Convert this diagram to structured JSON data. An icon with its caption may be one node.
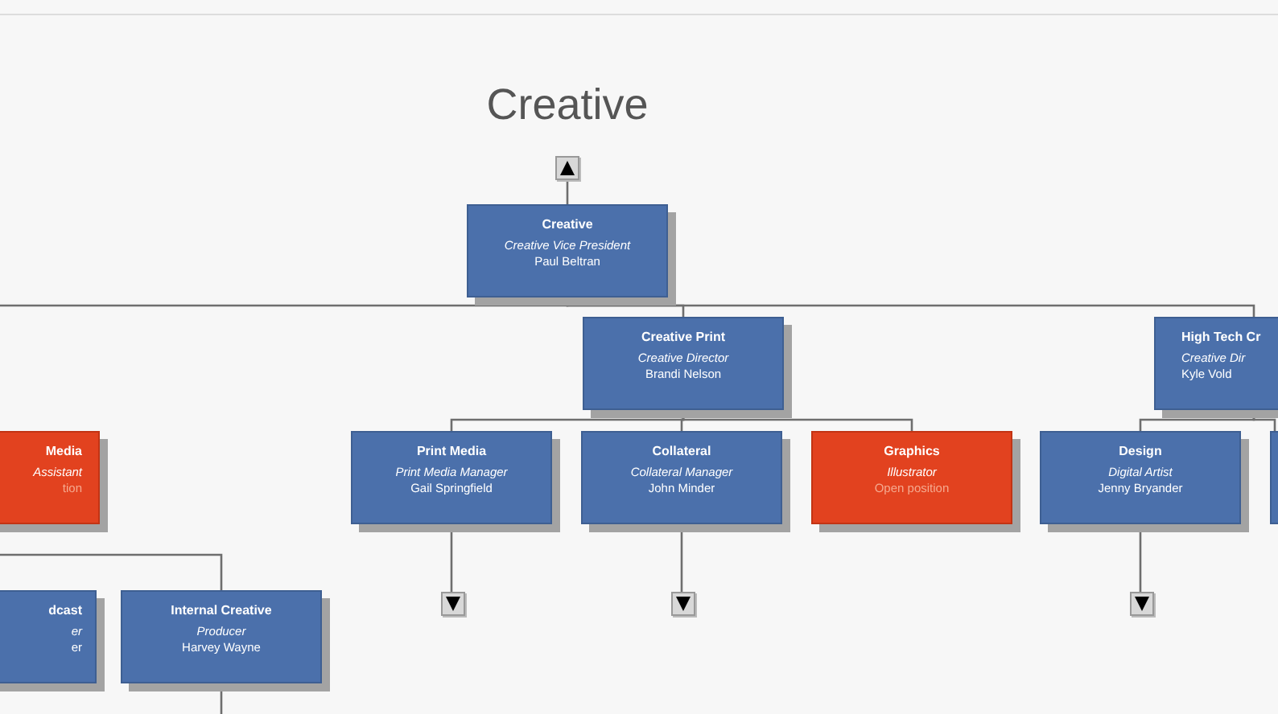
{
  "diagram": {
    "title": "Creative",
    "nodes": [
      {
        "text": [],
        "shape": "box"
      },
      {
        "text": [
          "Creative",
          "Creative Vice President",
          "Paul Beltran"
        ]
      },
      {
        "text": [
          "Creative Print",
          "Creative Director",
          "Brandi Nelson"
        ]
      },
      {
        "text": [
          "High Tech Cr",
          "Creative Dir",
          "Kyle Vold"
        ]
      },
      {
        "text": [
          "Media",
          "Assistant",
          "tion"
        ]
      },
      {
        "text": [
          "Print Media",
          "Print Media Manager",
          "Gail Springfield"
        ]
      },
      {
        "text": [
          "Collateral",
          "Collateral Manager",
          "John Minder"
        ]
      },
      {
        "text": [
          "Graphics",
          "Illustrator",
          "Open position"
        ]
      },
      {
        "text": [
          "Design",
          "Digital Artist",
          "Jenny Bryander"
        ]
      },
      {
        "text": [],
        "shape": "box"
      },
      {
        "text": [],
        "shape": "box"
      },
      {
        "text": [],
        "shape": "box"
      },
      {
        "text": [],
        "shape": "box"
      },
      {
        "text": [
          "dcast",
          "er",
          "er"
        ]
      },
      {
        "text": [
          "Internal Creative",
          "Producer",
          "Harvey Wayne"
        ]
      }
    ],
    "edges": [
      {
        "from": 0,
        "to": 1,
        "arrow": "none"
      },
      {
        "from": 1,
        "to": 2,
        "arrow": "none"
      },
      {
        "from": 1,
        "to": 3,
        "arrow": "none"
      },
      {
        "from": 1,
        "to": null,
        "arrow": "none"
      },
      {
        "from": 2,
        "to": 5,
        "arrow": "none"
      },
      {
        "from": 2,
        "to": 6,
        "arrow": "none"
      },
      {
        "from": 2,
        "to": 7,
        "arrow": "none"
      },
      {
        "from": 3,
        "to": 8,
        "arrow": "none"
      },
      {
        "from": 3,
        "to": 9,
        "arrow": "none"
      },
      {
        "from": 5,
        "to": 10,
        "arrow": "none"
      },
      {
        "from": 6,
        "to": 11,
        "arrow": "none"
      },
      {
        "from": 8,
        "to": 12,
        "arrow": "none"
      },
      {
        "from": null,
        "to": 14,
        "arrow": "none"
      },
      {
        "from": 14,
        "to": null,
        "arrow": "none"
      }
    ]
  }
}
